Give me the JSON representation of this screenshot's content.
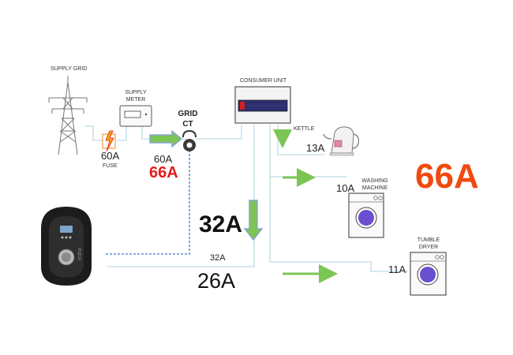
{
  "diagram": {
    "supply_grid_label": "SUPPLY GRID",
    "supply_meter_label_line1": "SUPPLY",
    "supply_meter_label_line2": "METER",
    "grid_ct_label_line1": "GRID",
    "grid_ct_label_line2": "CT",
    "consumer_unit_label": "CONSUMER UNIT",
    "fuse_rating": "60A",
    "fuse_label": "FUSE",
    "ct_rating": "60A",
    "ct_measured": "66A",
    "charger_request": "32A",
    "charger_rating": "32A",
    "charger_actual": "26A",
    "total_load": "66A",
    "charger_brand": "indra",
    "appliances": [
      {
        "name_line1": "KETTLE",
        "name_line2": "",
        "current": "13A"
      },
      {
        "name_line1": "WASHING",
        "name_line2": "MACHINE",
        "current": "10A"
      },
      {
        "name_line1": "TUMBLE",
        "name_line2": "DRYER",
        "current": "11A"
      }
    ],
    "colors": {
      "wire": "#c8e2ea",
      "arrow_green": "#7cc555",
      "arrow_blue_outline": "#8aa3d6",
      "dashed_link": "#3f78c8",
      "alert_red": "#e31b1b",
      "total_orange": "#f04a0f",
      "drum_purple": "#6b4fd1"
    }
  }
}
